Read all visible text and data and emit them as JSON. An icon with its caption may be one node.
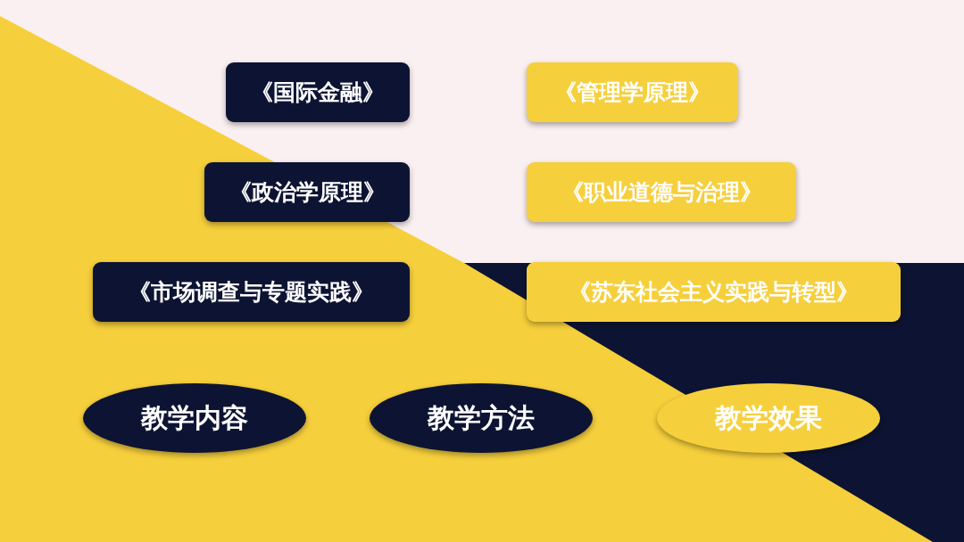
{
  "diagram": {
    "nodes": [
      {
        "text": [
          "《国际金融》"
        ]
      },
      {
        "text": [
          "《管理学原理》"
        ]
      },
      {
        "text": [
          "《政治学原理》"
        ]
      },
      {
        "text": [
          "《职业道德与治理》"
        ]
      },
      {
        "text": [
          "《市场调查与专题实践》"
        ]
      },
      {
        "text": [
          "《苏东社会主义实践与转型》"
        ]
      },
      {
        "text": [
          "教学内容"
        ]
      },
      {
        "text": [
          "教学方法"
        ]
      },
      {
        "text": [
          "教学效果"
        ]
      }
    ]
  }
}
